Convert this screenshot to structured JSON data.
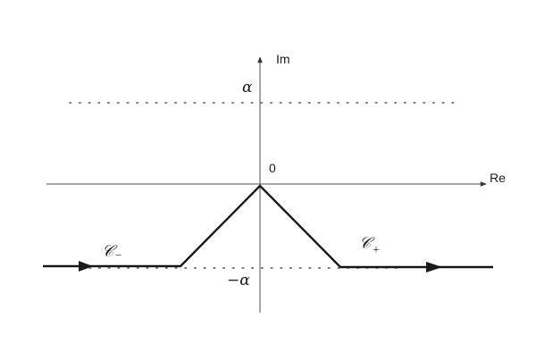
{
  "axes": {
    "real_label": "Re",
    "imag_label": "Im",
    "origin_label": "0"
  },
  "levels": {
    "upper_label": "α",
    "lower_label": "−α"
  },
  "contours": {
    "left": {
      "symbol": "𝒞",
      "subscript": "−"
    },
    "right": {
      "symbol": "𝒞",
      "subscript": "+"
    }
  },
  "colors": {
    "ink": "#1a1a1a",
    "axis": "#444444",
    "dotted": "#555555"
  }
}
